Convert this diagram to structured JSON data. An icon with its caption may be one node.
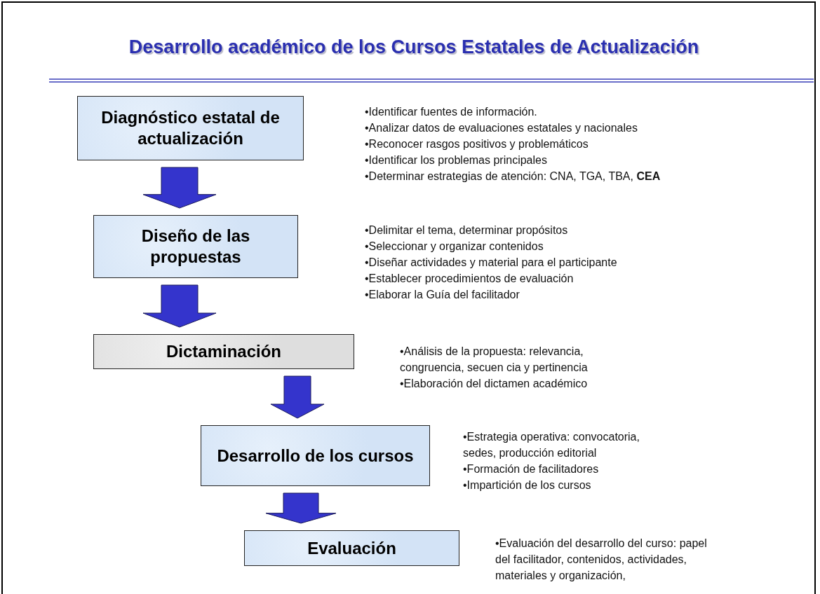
{
  "diagram": {
    "title": "Desarrollo académico de los Cursos Estatales de Actualización",
    "nodes": [
      {
        "text": [
          "Diagnóstico estatal de actualización"
        ],
        "beside": [
          "•Identificar fuentes de información.",
          "•Analizar datos de evaluaciones estatales y nacionales",
          "•Reconocer rasgos positivos y problemáticos",
          "•Identificar los problemas principales",
          "•Determinar estrategias de atención: CNA, TGA, TBA, **CEA**"
        ]
      },
      {
        "text": [
          "Diseño de las propuestas"
        ],
        "beside": [
          "•Delimitar el tema, determinar propósitos",
          "•Seleccionar y organizar contenidos",
          "•Diseñar actividades y  material para el participante",
          "•Establecer procedimientos de evaluación",
          "•Elaborar la Guía del facilitador"
        ]
      },
      {
        "text": [
          "Dictaminación"
        ],
        "beside": [
          "•Análisis de la propuesta: relevancia, congruencia, secuen cia y pertinencia",
          "•Elaboración del dictamen académico"
        ]
      },
      {
        "text": [
          "Desarrollo de los cursos"
        ],
        "beside": [
          "•Estrategia operativa: convocatoria, sedes, producción editorial",
          "•Formación de facilitadores",
          "•Impartición de los cursos"
        ]
      },
      {
        "text": [
          "Evaluación"
        ],
        "beside": [
          "•Evaluación del desarrollo del curso: papel del facilitador, contenidos, actividades, materiales y organización,"
        ]
      }
    ],
    "edges": [
      {
        "from": 0,
        "to": 1,
        "arrow": "to"
      },
      {
        "from": 1,
        "to": 2,
        "arrow": "to"
      },
      {
        "from": 2,
        "to": 3,
        "arrow": "to"
      },
      {
        "from": 3,
        "to": 4,
        "arrow": "to"
      }
    ]
  }
}
